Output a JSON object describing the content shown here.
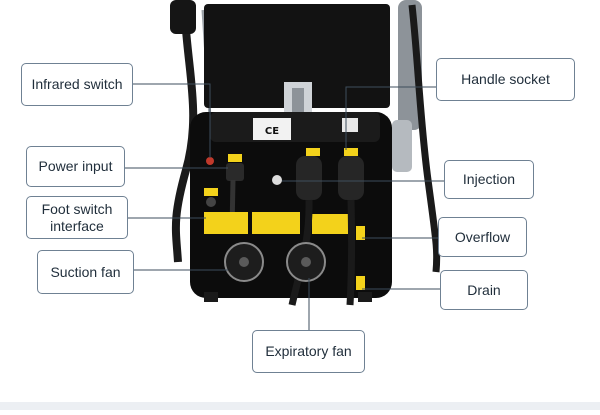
{
  "colors": {
    "device_body": "#0c0c0c",
    "screen": "#121212",
    "leader_line": "#3d4d5c",
    "callout_border": "#6f8193",
    "callout_text": "#1f2d3a",
    "warning_label": "#f3d21b",
    "cable": "#1a1a1a",
    "handle_metal": "#8d9399",
    "background": "#ffffff"
  },
  "callouts": {
    "infrared_switch": "Infrared switch",
    "power_input": "Power input",
    "foot_switch_line1": "Foot switch",
    "foot_switch_line2": "interface",
    "suction_fan": "Suction fan",
    "handle_socket": "Handle socket",
    "injection": "Injection",
    "overflow": "Overflow",
    "drain": "Drain",
    "expiratory_fan": "Expiratory fan"
  },
  "device_labels": {
    "ce_mark": "CE"
  }
}
